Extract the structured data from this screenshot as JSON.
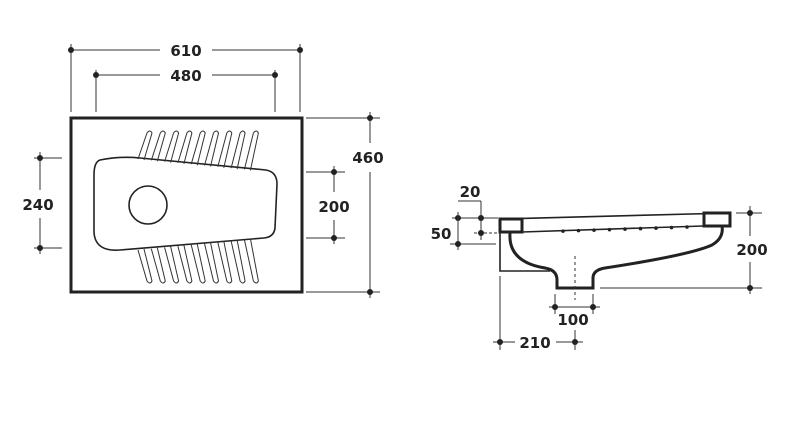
{
  "plan_view": {
    "dimensions": {
      "overall_width": "610",
      "inner_width": "480",
      "overall_depth": "460",
      "left_height": "240",
      "right_height": "200"
    },
    "rib_count": 9
  },
  "side_view": {
    "dimensions": {
      "rim_width": "20",
      "rim_height": "50",
      "total_height": "200",
      "outlet_width": "100",
      "outlet_offset": "210"
    }
  },
  "colors": {
    "line": "#222222",
    "background": "#ffffff"
  }
}
